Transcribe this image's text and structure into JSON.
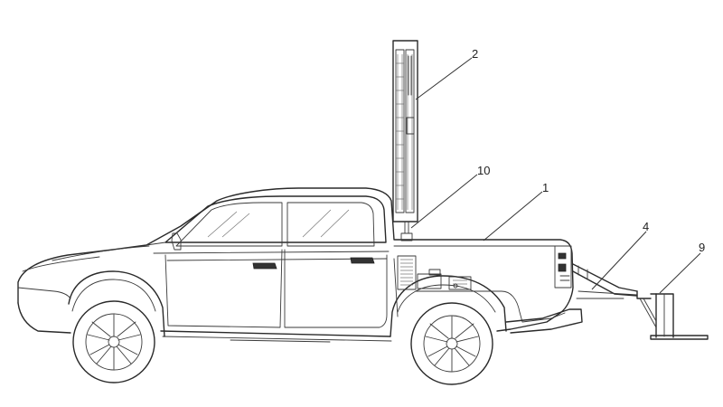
{
  "callouts": {
    "label_1": "1",
    "label_2": "2",
    "label_4": "4",
    "label_9": "9",
    "label_10": "10"
  },
  "colors": {
    "line": "#2a2a2a",
    "background": "#ffffff"
  }
}
